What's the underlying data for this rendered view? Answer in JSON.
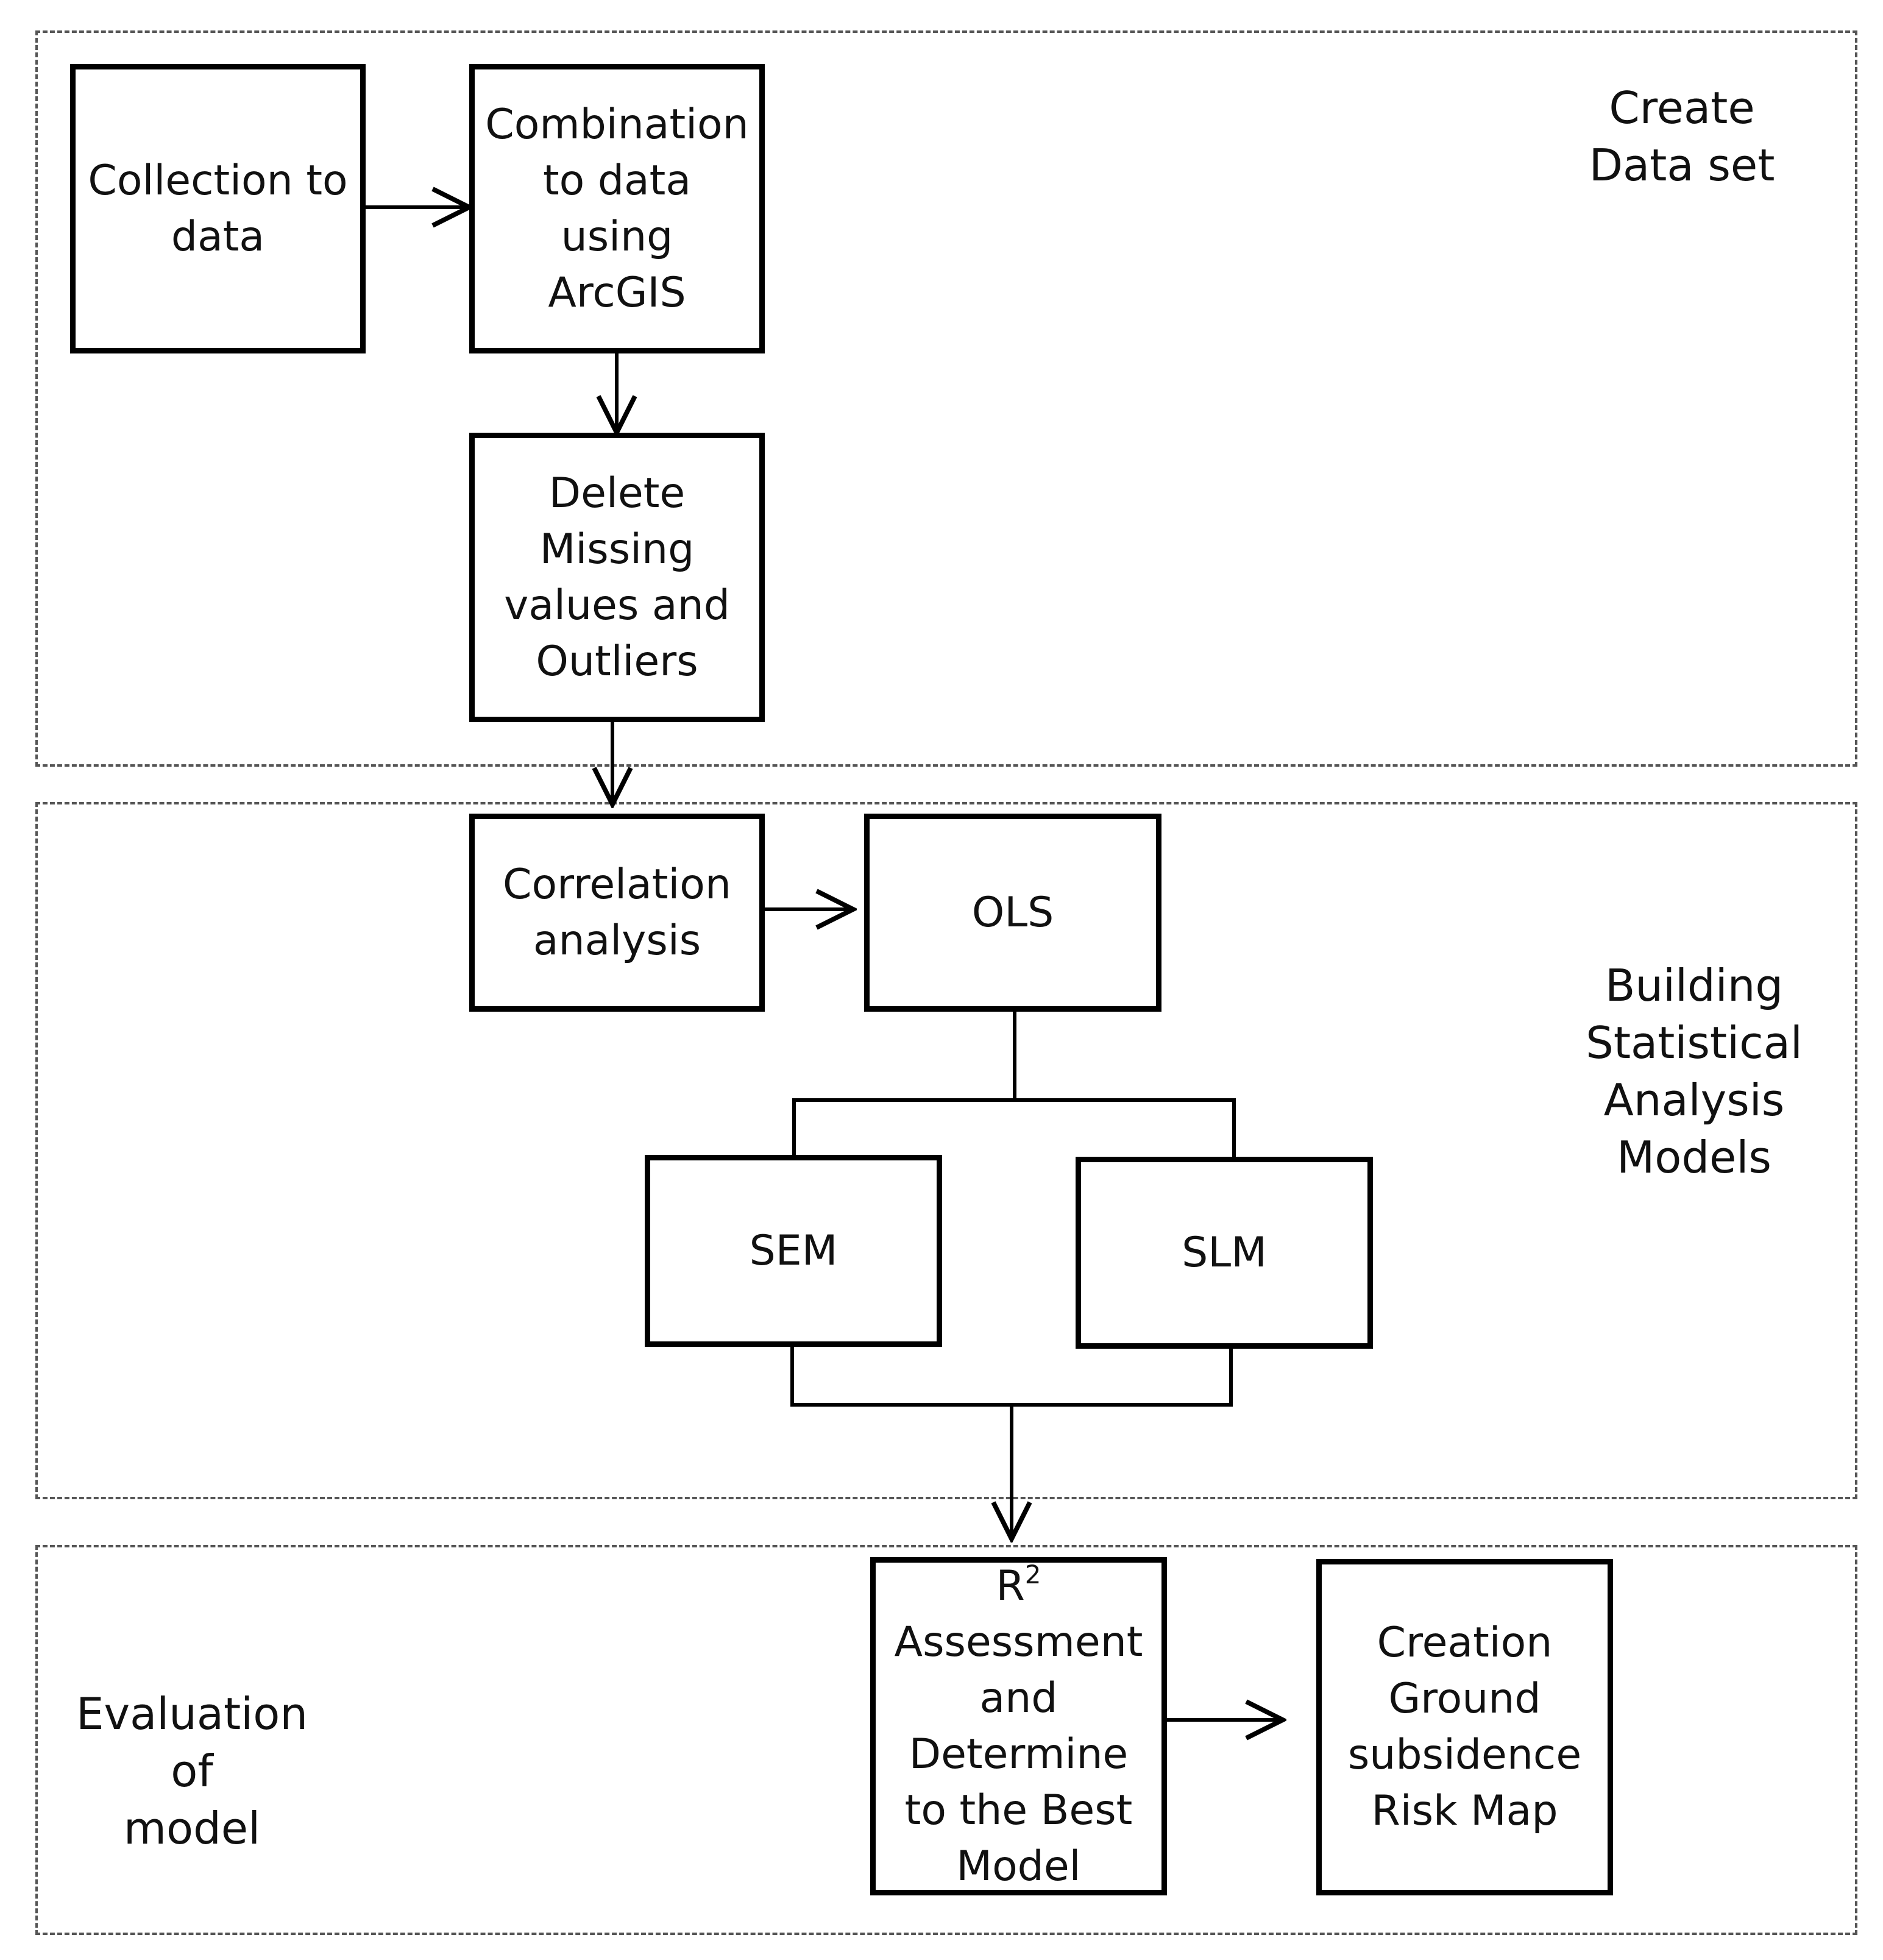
{
  "panels": {
    "create": {
      "label": "Create\nData set"
    },
    "build": {
      "label": "Building\nStatistical\nAnalysis\nModels"
    },
    "eval": {
      "label": "Evaluation of\nmodel"
    }
  },
  "boxes": {
    "collection": "Collection to\ndata",
    "combination": "Combination\nto data using\nArcGIS",
    "delete": "Delete\nMissing\nvalues and\nOutliers",
    "correlation": "Correlation\nanalysis",
    "ols": "OLS",
    "sem": "SEM",
    "slm": "SLM",
    "r2": {
      "prefix": "R",
      "sup": "2",
      "suffix": " Assessment\nand Determine\nto the Best\nModel"
    },
    "creation": "Creation\nGround\nsubsidence\nRisk Map"
  }
}
